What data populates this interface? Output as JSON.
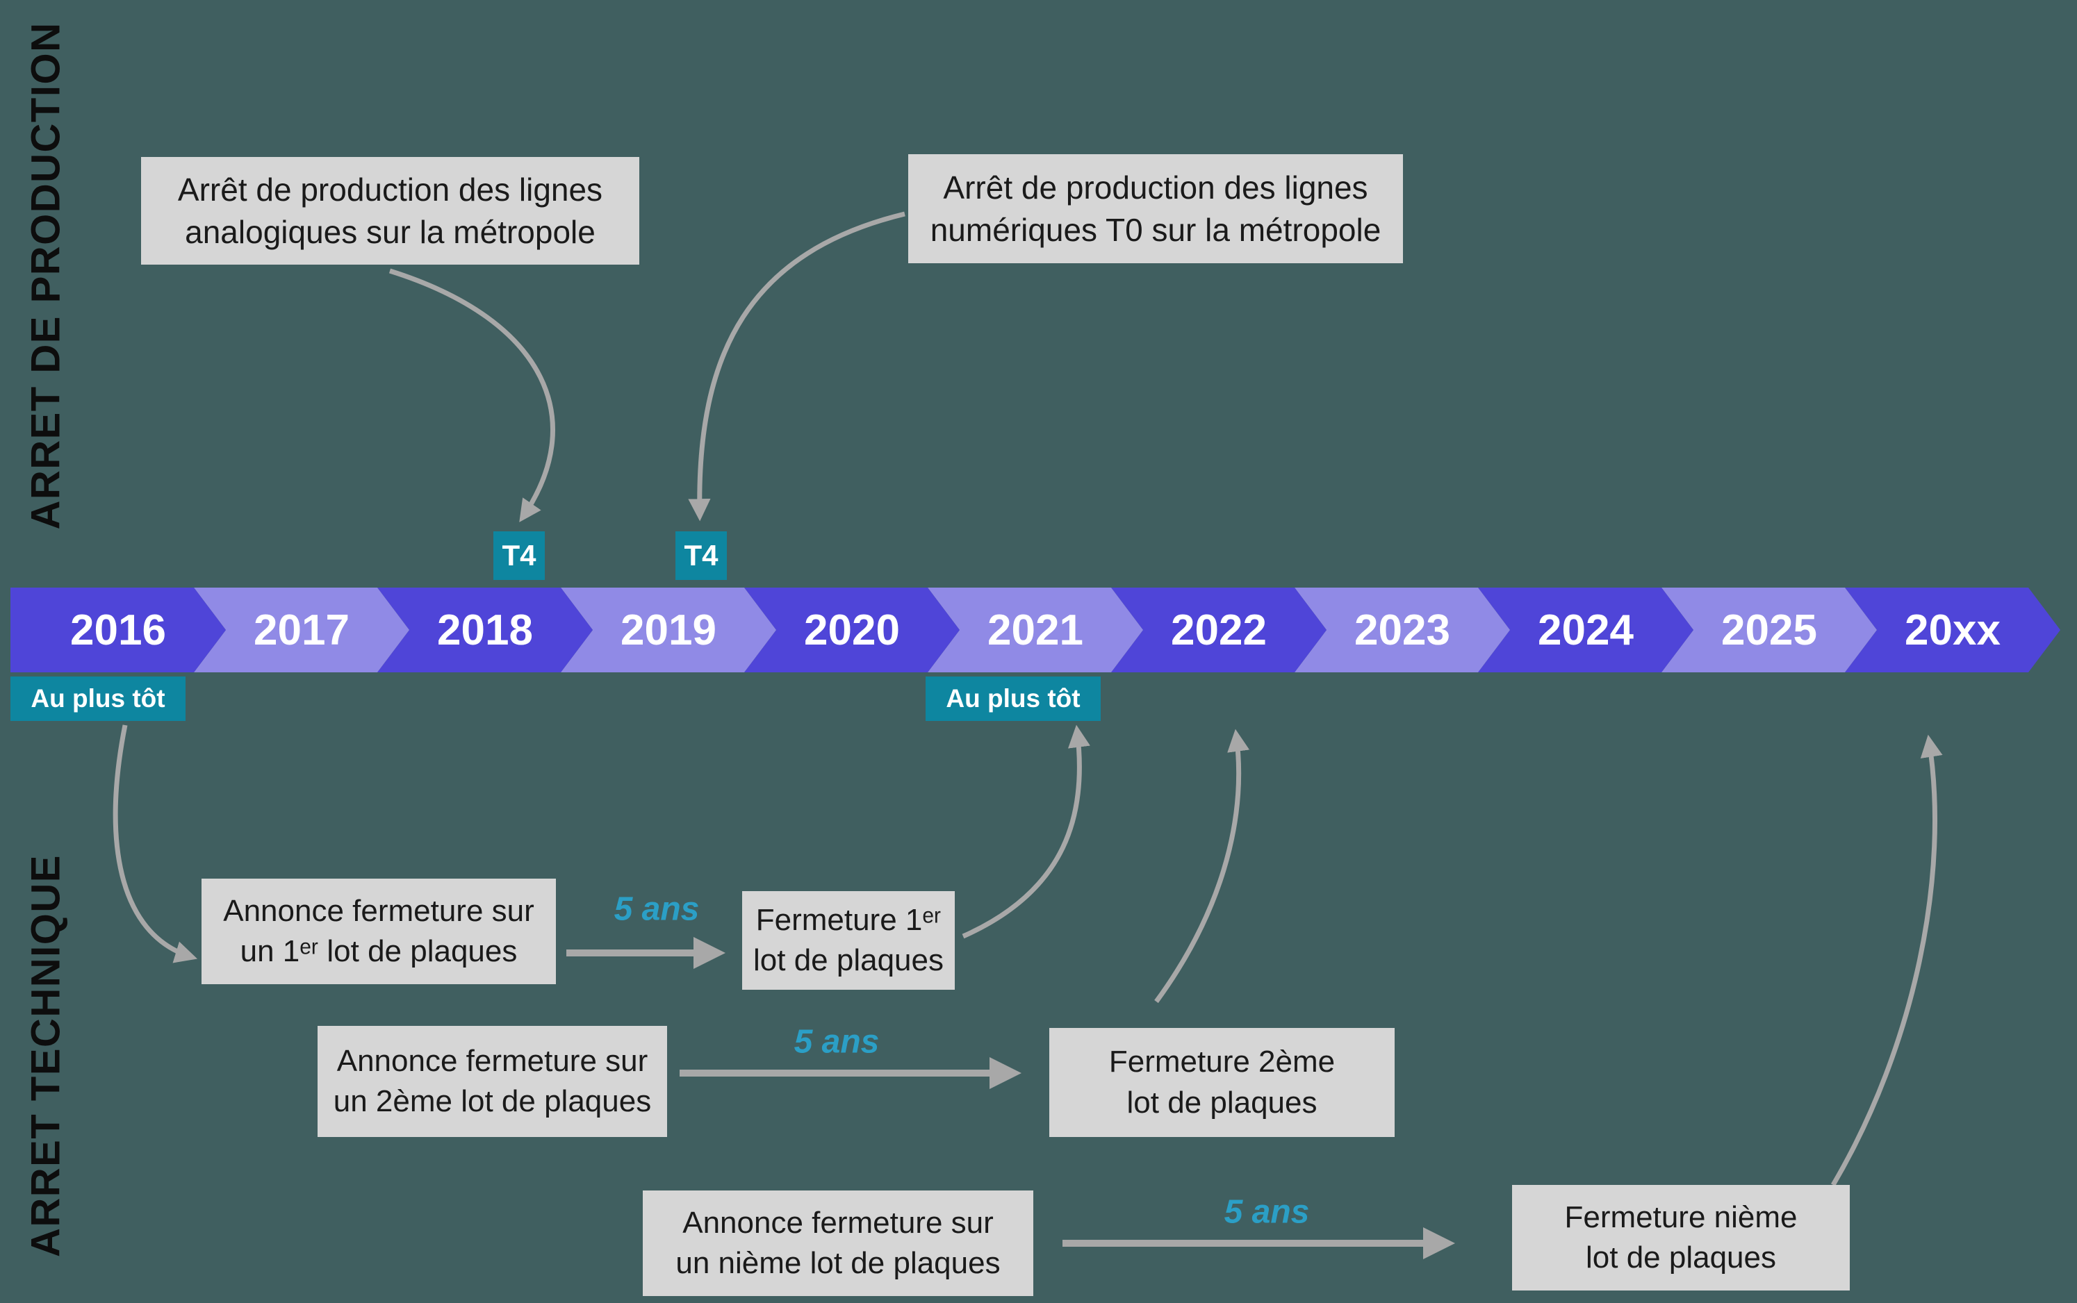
{
  "colors": {
    "background": "#405f60",
    "chevron_dark": "#4f45d8",
    "chevron_light": "#908ae6",
    "teal_badge": "#0e86a0",
    "duration_text": "#2b9fc6",
    "box_background": "#d6d6d6",
    "arrow": "#a8a8a8"
  },
  "sections": {
    "production_label": "ARRET DE PRODUCTION",
    "technique_label": "ARRET TECHNIQUE"
  },
  "timeline": {
    "years": [
      {
        "label": "2016",
        "variant": "dark"
      },
      {
        "label": "2017",
        "variant": "light"
      },
      {
        "label": "2018",
        "variant": "dark",
        "quarter": "T4"
      },
      {
        "label": "2019",
        "variant": "light",
        "quarter": "T4"
      },
      {
        "label": "2020",
        "variant": "dark"
      },
      {
        "label": "2021",
        "variant": "light"
      },
      {
        "label": "2022",
        "variant": "dark"
      },
      {
        "label": "2023",
        "variant": "light"
      },
      {
        "label": "2024",
        "variant": "dark"
      },
      {
        "label": "2025",
        "variant": "light"
      },
      {
        "label": "20xx",
        "variant": "dark"
      }
    ],
    "t4_badge_2018": "T4",
    "t4_badge_2019": "T4",
    "earliest_badge_2016": "Au plus tôt",
    "earliest_badge_2021": "Au plus tôt"
  },
  "callouts": {
    "analog": {
      "line1": "Arrêt de production des lignes",
      "line2": "analogiques sur la métropole"
    },
    "digital": {
      "line1": "Arrêt de production des lignes",
      "line2": "numériques T0 sur la métropole"
    }
  },
  "technique": {
    "rows": [
      {
        "announce_line1": "Annonce fermeture sur",
        "announce_line2": "un 1ᵉʳ lot de plaques",
        "duration": "5 ans",
        "closure_line1": "Fermeture 1ᵉʳ",
        "closure_line2": "lot de plaques"
      },
      {
        "announce_line1": "Annonce fermeture sur",
        "announce_line2": "un 2ème lot de plaques",
        "duration": "5 ans",
        "closure_line1": "Fermeture 2ème",
        "closure_line2": "lot de plaques"
      },
      {
        "announce_line1": "Annonce fermeture sur",
        "announce_line2": "un nième lot de plaques",
        "duration": "5 ans",
        "closure_line1": "Fermeture nième",
        "closure_line2": "lot de plaques"
      }
    ]
  }
}
